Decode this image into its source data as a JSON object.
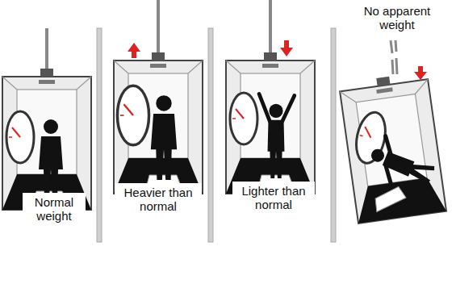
{
  "diagram": {
    "nodes": [
      {
        "text": [
          "Normal weight"
        ]
      },
      {
        "text": [
          "Heavier than normal"
        ]
      },
      {
        "text": [
          "Lighter than normal"
        ]
      },
      {
        "text": [
          "No apparent weight"
        ]
      }
    ]
  }
}
